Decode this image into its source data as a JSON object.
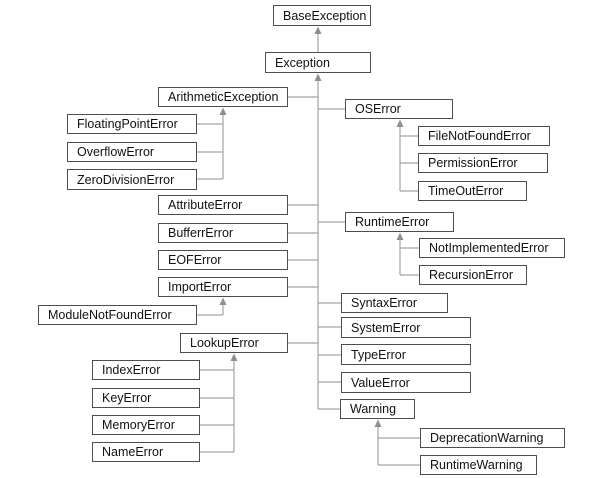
{
  "colors": {
    "background": "#ffffff",
    "box_border": "#4d4d4d",
    "connector": "#a3a3a3",
    "arrow": "#8f8f8f",
    "text": "#111111"
  },
  "nodes": {
    "base_exception": {
      "label": "BaseException"
    },
    "exception": {
      "label": "Exception"
    },
    "arithmetic_exception": {
      "label": "ArithmeticException"
    },
    "floating_point_error": {
      "label": "FloatingPointError"
    },
    "overflow_error": {
      "label": "OverflowError"
    },
    "zero_division_error": {
      "label": "ZeroDivisionError"
    },
    "attribute_error": {
      "label": "AttributeError"
    },
    "buffer_error": {
      "label": "BufferrError"
    },
    "eof_error": {
      "label": "EOFError"
    },
    "import_error": {
      "label": "ImportError"
    },
    "module_not_found_error": {
      "label": "ModuleNotFoundError"
    },
    "lookup_error": {
      "label": "LookupError"
    },
    "index_error": {
      "label": "IndexError"
    },
    "key_error": {
      "label": "KeyError"
    },
    "memory_error": {
      "label": "MemoryError"
    },
    "name_error": {
      "label": "NameError"
    },
    "os_error": {
      "label": "OSError"
    },
    "file_not_found_error": {
      "label": "FileNotFoundError"
    },
    "permission_error": {
      "label": "PermissionError"
    },
    "timeout_error": {
      "label": "TimeOutError"
    },
    "runtime_error": {
      "label": "RuntimeError"
    },
    "not_implemented_error": {
      "label": "NotImplementedError"
    },
    "recursion_error": {
      "label": "RecursionError"
    },
    "syntax_error": {
      "label": "SyntaxError"
    },
    "system_error": {
      "label": "SystemError"
    },
    "type_error": {
      "label": "TypeError"
    },
    "value_error": {
      "label": "ValueError"
    },
    "warning": {
      "label": "Warning"
    },
    "deprecation_warning": {
      "label": "DeprecationWarning"
    },
    "runtime_warning": {
      "label": "RuntimeWarning"
    }
  },
  "edges": [
    {
      "child": "Exception",
      "parent": "BaseException"
    },
    {
      "child": "ArithmeticException",
      "parent": "Exception"
    },
    {
      "child": "FloatingPointError",
      "parent": "ArithmeticException"
    },
    {
      "child": "OverflowError",
      "parent": "ArithmeticException"
    },
    {
      "child": "ZeroDivisionError",
      "parent": "ArithmeticException"
    },
    {
      "child": "AttributeError",
      "parent": "Exception"
    },
    {
      "child": "BufferrError",
      "parent": "Exception"
    },
    {
      "child": "EOFError",
      "parent": "Exception"
    },
    {
      "child": "ImportError",
      "parent": "Exception"
    },
    {
      "child": "ModuleNotFoundError",
      "parent": "ImportError"
    },
    {
      "child": "LookupError",
      "parent": "Exception"
    },
    {
      "child": "IndexError",
      "parent": "LookupError"
    },
    {
      "child": "KeyError",
      "parent": "LookupError"
    },
    {
      "child": "MemoryError",
      "parent": "LookupError"
    },
    {
      "child": "NameError",
      "parent": "LookupError"
    },
    {
      "child": "OSError",
      "parent": "Exception"
    },
    {
      "child": "FileNotFoundError",
      "parent": "OSError"
    },
    {
      "child": "PermissionError",
      "parent": "OSError"
    },
    {
      "child": "TimeOutError",
      "parent": "OSError"
    },
    {
      "child": "RuntimeError",
      "parent": "Exception"
    },
    {
      "child": "NotImplementedError",
      "parent": "RuntimeError"
    },
    {
      "child": "RecursionError",
      "parent": "RuntimeError"
    },
    {
      "child": "SyntaxError",
      "parent": "Exception"
    },
    {
      "child": "SystemError",
      "parent": "Exception"
    },
    {
      "child": "TypeError",
      "parent": "Exception"
    },
    {
      "child": "ValueError",
      "parent": "Exception"
    },
    {
      "child": "Warning",
      "parent": "Exception"
    },
    {
      "child": "DeprecationWarning",
      "parent": "Warning"
    },
    {
      "child": "RuntimeWarning",
      "parent": "Warning"
    }
  ]
}
